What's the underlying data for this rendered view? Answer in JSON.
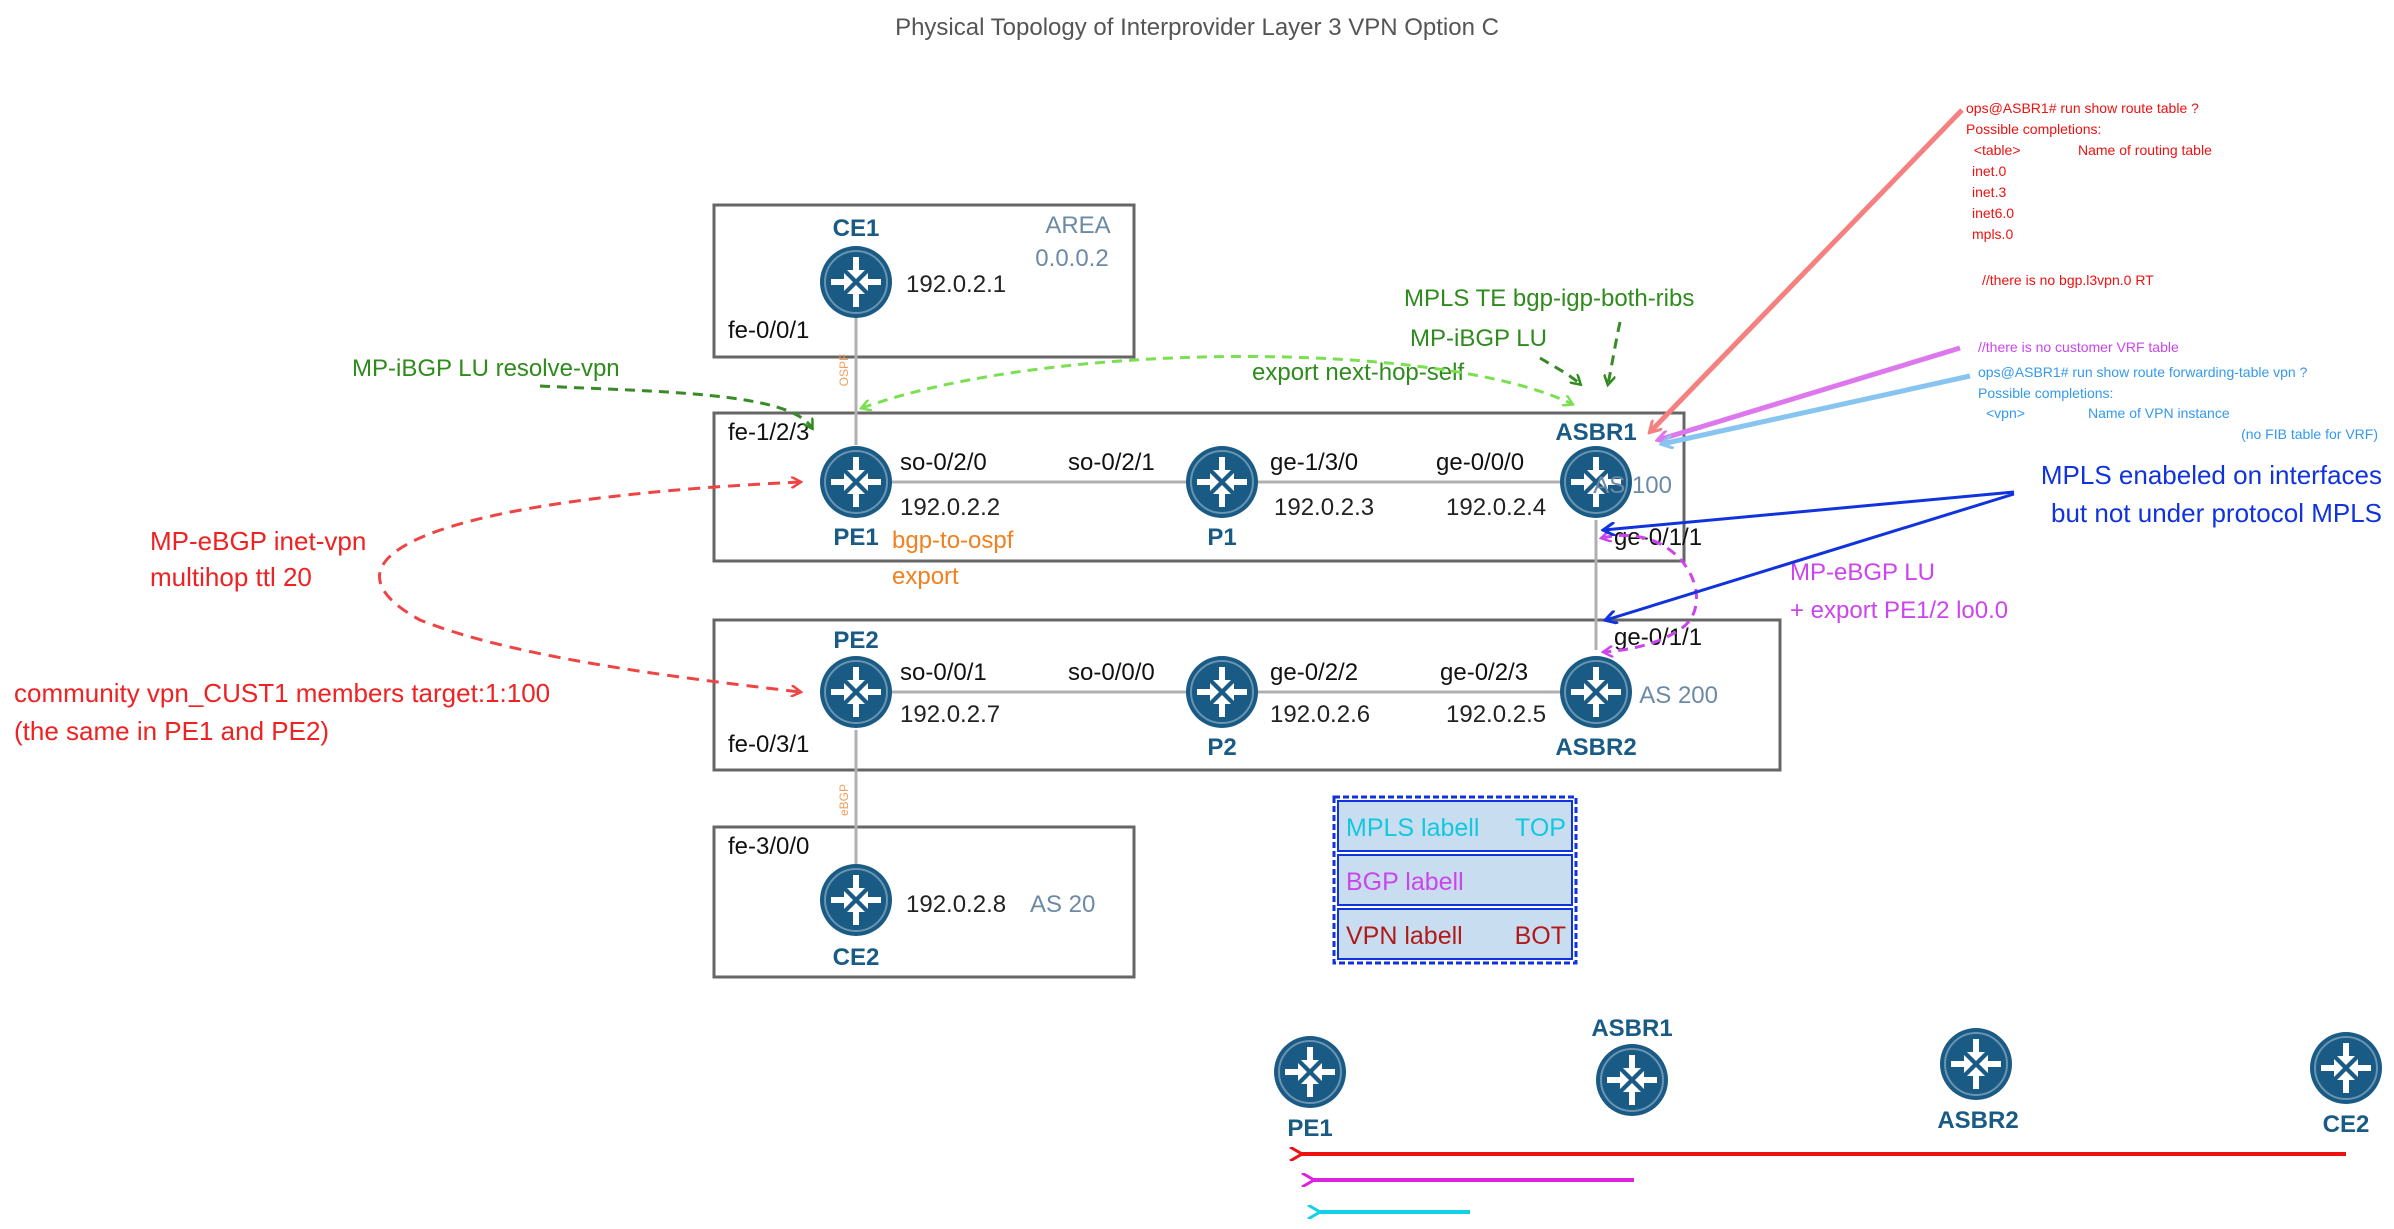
{
  "title": "Physical Topology of Interprovider Layer 3 VPN Option C",
  "colors": {
    "router": "#1a5b86",
    "box": "#666666",
    "area": "#6b8aa6",
    "green": "#2e8b1c",
    "lightgreen": "#7be051",
    "red": "#ee2222",
    "orange": "#f08020",
    "purple": "#cc44ee",
    "blue": "#1133dd",
    "lightblue": "#3399ee",
    "pink": "#f48080",
    "darkred": "#b01a1a",
    "cyan": "#11c8e0"
  },
  "routers": {
    "ce1": {
      "name": "CE1",
      "ip": "192.0.2.1"
    },
    "pe1": {
      "name": "PE1",
      "ip": "192.0.2.2"
    },
    "p1": {
      "name": "P1",
      "ip": "192.0.2.3"
    },
    "asbr1": {
      "name": "ASBR1",
      "ip": "192.0.2.4"
    },
    "pe2": {
      "name": "PE2",
      "ip": "192.0.2.7"
    },
    "p2": {
      "name": "P2",
      "ip": "192.0.2.6"
    },
    "asbr2": {
      "name": "ASBR2",
      "ip": "192.0.2.5"
    },
    "ce2": {
      "name": "CE2",
      "ip": "192.0.2.8"
    }
  },
  "interfaces": {
    "ce1_fe": "fe-0/0/1",
    "pe1_fe": "fe-1/2/3",
    "pe1_so": "so-0/2/0",
    "p1_so": "so-0/2/1",
    "p1_ge": "ge-1/3/0",
    "asbr1_ge0": "ge-0/0/0",
    "asbr1_ge1": "ge-0/1/1",
    "asbr2_ge1": "ge-0/1/1",
    "pe2_so": "so-0/0/1",
    "p2_so": "so-0/0/0",
    "p2_ge": "ge-0/2/2",
    "asbr2_ge3": "ge-0/2/3",
    "pe2_fe": "fe-0/3/1",
    "ce2_fe": "fe-3/0/0"
  },
  "areas": {
    "area_label": "AREA",
    "area_id": "0.0.0.2",
    "as100": "AS 100",
    "as200": "AS 200",
    "as20": "AS 20"
  },
  "links": {
    "ospf": "OSPF",
    "ebgp": "eBGP"
  },
  "annotations": {
    "mp_ibgp_lu_resolve": "MP-iBGP LU resolve-vpn",
    "mpls_te": "MPLS TE bgp-igp-both-ribs",
    "mp_ibgp_lu": "MP-iBGP LU",
    "export_nhs": "export next-hop-self",
    "bgp_to_ospf_1": "bgp-to-ospf",
    "bgp_to_ospf_2": "export",
    "mp_ebgp_inetvpn_1": "MP-eBGP inet-vpn",
    "mp_ebgp_inetvpn_2": "multihop ttl 20",
    "community_1": "community vpn_CUST1 members target:1:100",
    "community_2": "(the same in PE1 and PE2)",
    "mpls_enabled_1": "MPLS enabeled on interfaces",
    "mpls_enabled_2": "but not under protocol MPLS",
    "mp_ebgp_lu_1": "MP-eBGP LU",
    "mp_ebgp_lu_2": "+ export PE1/2 lo0.0"
  },
  "cli_red": [
    "ops@ASBR1# run show route table ?",
    "Possible completions:",
    "  <table>",
    "Name of routing table",
    "  inet.0",
    "  inet.3",
    "  inet6.0",
    "  mpls.0",
    "//there is no bgp.l3vpn.0 RT"
  ],
  "cli_purple": "//there is no customer VRF table",
  "cli_blue": [
    "ops@ASBR1# run show route forwarding-table vpn ?",
    "Possible completions:",
    "  <vpn>",
    "Name of VPN instance",
    "(no FIB table for VRF)"
  ],
  "labels": {
    "mpls": "MPLS labell",
    "top": "TOP",
    "bgp": "BGP labell",
    "vpn": "VPN labell",
    "bot": "BOT"
  },
  "bottom_routers": {
    "pe1": "PE1",
    "asbr1": "ASBR1",
    "asbr2": "ASBR2",
    "ce2": "CE2"
  }
}
